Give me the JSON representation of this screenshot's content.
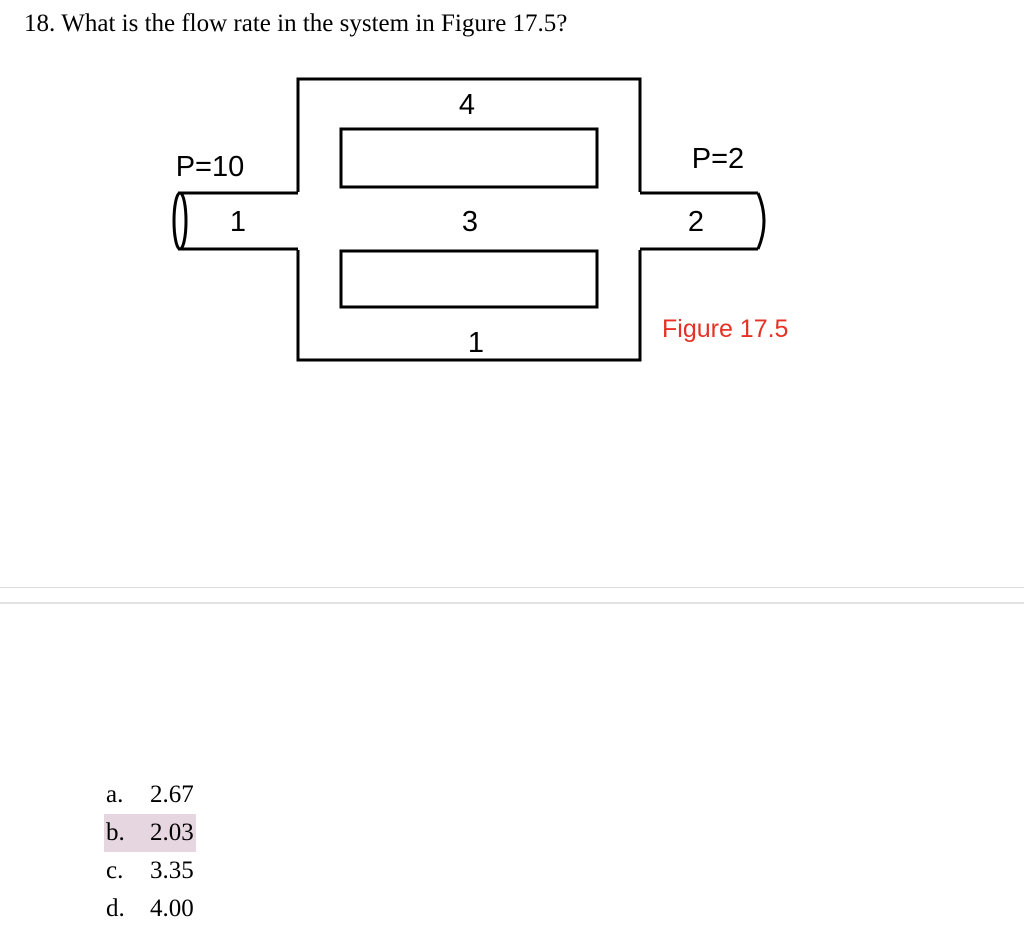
{
  "question": {
    "number": "18.",
    "text": "What is the flow rate in the system in Figure 17.5?"
  },
  "figure": {
    "top_pipe_label": "4",
    "inlet_pressure": "P=10",
    "outlet_pressure": "P=2",
    "inlet_pipe_label": "1",
    "middle_pipe_label": "3",
    "outlet_pipe_label": "2",
    "bottom_pipe_label": "1",
    "caption": "Figure 17.5",
    "caption_color": "#e53226"
  },
  "choices": [
    {
      "letter": "a.",
      "value": "2.67",
      "highlighted": false
    },
    {
      "letter": "b.",
      "value": "2.03",
      "highlighted": true
    },
    {
      "letter": "c.",
      "value": "3.35",
      "highlighted": false
    },
    {
      "letter": "d.",
      "value": "4.00",
      "highlighted": false
    }
  ],
  "highlight_color": "#e6d6df"
}
